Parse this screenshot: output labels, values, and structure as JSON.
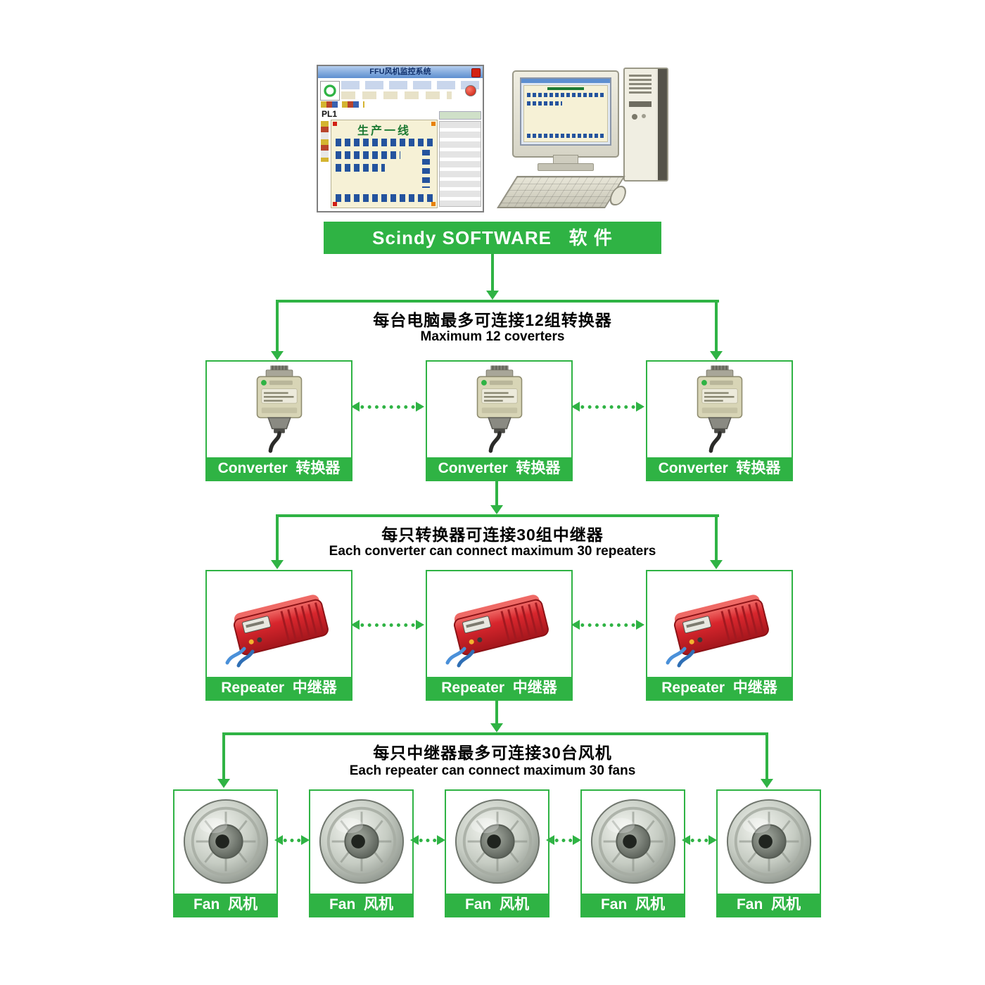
{
  "colors": {
    "accent_green": "#2fb344",
    "repeater_red": "#cf2027",
    "fan_silver": "#c6ccc3",
    "converter_beige": "#d8d5b6"
  },
  "monitor_app": {
    "titlebar": "FFU风机监控系统",
    "area_code": "PL1",
    "line_title": "生产一线"
  },
  "banner": {
    "label": "Scindy SOFTWARE   软 件"
  },
  "tier_converters": {
    "zh": "每台电脑最多可连接12组转换器",
    "en": "Maximum 12 coverters",
    "nodes": [
      {
        "label": "Converter  转换器"
      },
      {
        "label": "Converter  转换器"
      },
      {
        "label": "Converter  转换器"
      }
    ]
  },
  "tier_repeaters": {
    "zh": "每只转换器可连接30组中继器",
    "en": "Each converter can connect maximum 30 repeaters",
    "nodes": [
      {
        "label": "Repeater  中继器"
      },
      {
        "label": "Repeater  中继器"
      },
      {
        "label": "Repeater  中继器"
      }
    ]
  },
  "tier_fans": {
    "zh": "每只中继器最多可连接30台风机",
    "en": "Each repeater can connect maximum 30 fans",
    "nodes": [
      {
        "label": "Fan  风机"
      },
      {
        "label": "Fan  风机"
      },
      {
        "label": "Fan  风机"
      },
      {
        "label": "Fan  风机"
      },
      {
        "label": "Fan  风机"
      }
    ]
  }
}
